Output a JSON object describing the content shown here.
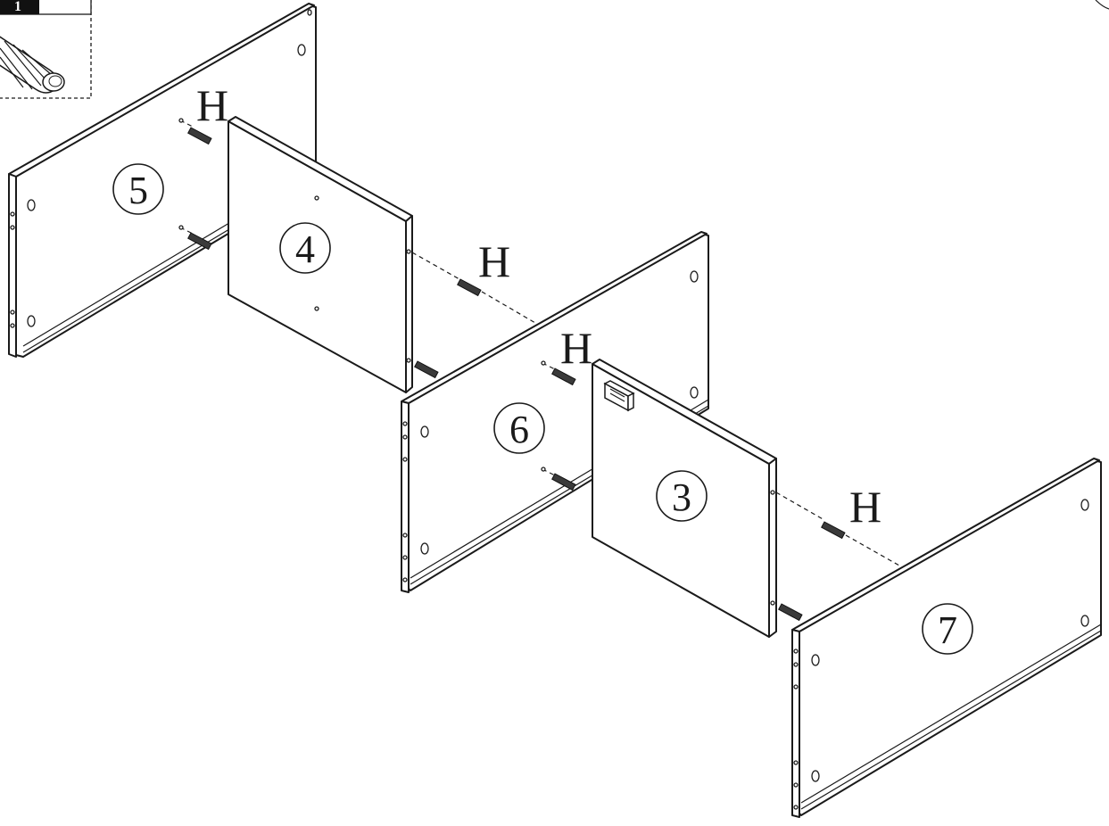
{
  "step": {
    "number": "1"
  },
  "panels": [
    {
      "id": "p5",
      "label": "5"
    },
    {
      "id": "p4",
      "label": "4"
    },
    {
      "id": "p6",
      "label": "6"
    },
    {
      "id": "p3",
      "label": "3"
    },
    {
      "id": "p7",
      "label": "7"
    }
  ],
  "hardware": [
    {
      "id": "h1",
      "label": "H"
    },
    {
      "id": "h2",
      "label": "H"
    },
    {
      "id": "h3",
      "label": "H"
    },
    {
      "id": "h4",
      "label": "H"
    }
  ],
  "icons": [
    "wooden-dowel-icon"
  ]
}
